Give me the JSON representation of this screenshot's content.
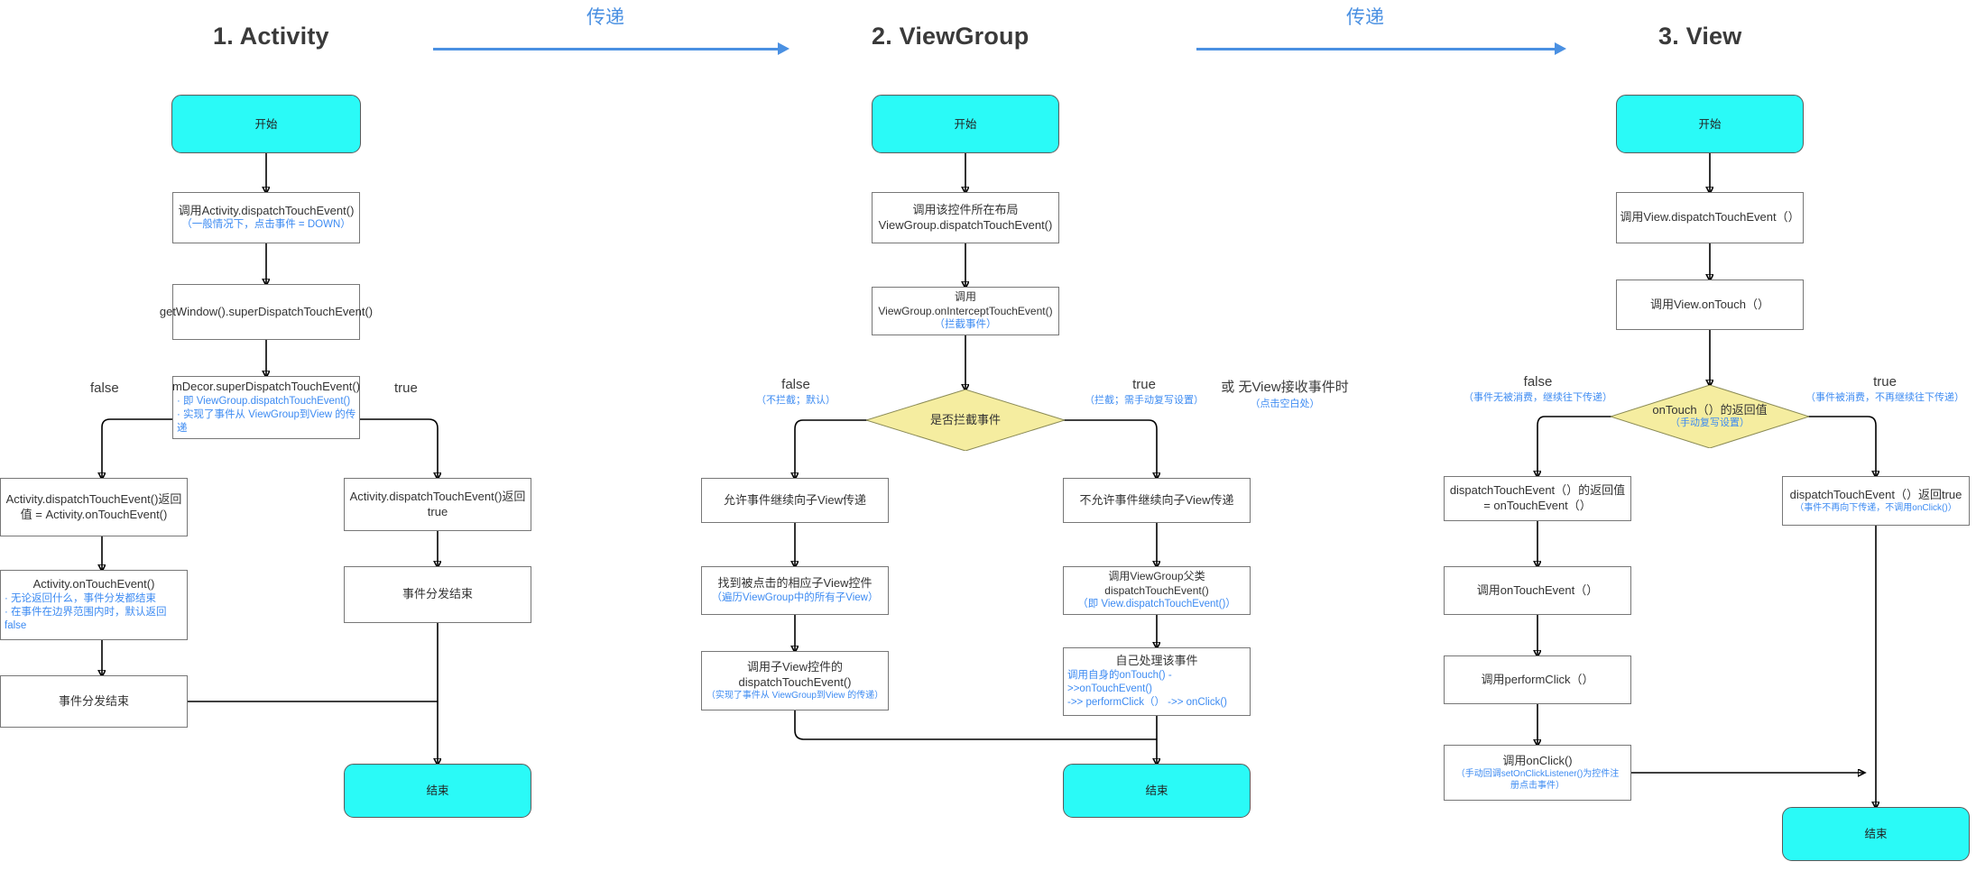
{
  "diagram": {
    "title_hidden": "Android Touch Event Dispatch Flow",
    "colors": {
      "terminal_fill": "#2afaf7",
      "decision_fill": "#f5eda0",
      "accent_blue": "#3d8bf2",
      "arrow_blue": "#4a90e2",
      "box_border": "#777777",
      "text": "#333333"
    },
    "sections": [
      {
        "id": "activity",
        "title": "1. Activity"
      },
      {
        "id": "viewgroup",
        "title": "2. ViewGroup"
      },
      {
        "id": "view",
        "title": "3. View"
      }
    ],
    "transfers": [
      {
        "id": "t1",
        "label": "传递"
      },
      {
        "id": "t2",
        "label": "传递"
      }
    ],
    "labels": {
      "start": "开始",
      "end": "结束",
      "true": "true",
      "false": "false"
    },
    "activity": {
      "start": "开始",
      "n1_main": "调用Activity.dispatchTouchEvent()",
      "n1_sub": "（一般情况下，点击事件 = DOWN）",
      "n2_main": "getWindow().superDispatchTouchEvent()",
      "n3_main": "mDecor.superDispatchTouchEvent()",
      "n3_sub": "· 即 ViewGroup.dispatchTouchEvent()\n· 实现了事件从 ViewGroup到View 的传递",
      "branch_false": "false",
      "branch_true": "true",
      "n4_main": "Activity.dispatchTouchEvent()返回\n值 = Activity.onTouchEvent()",
      "n5_main": "Activity.onTouchEvent()",
      "n5_sub": "· 无论返回什么，事件分发都结束\n· 在事件在边界范围内时，默认返回false",
      "n6_main": "事件分发结束",
      "n7_main": "Activity.dispatchTouchEvent()返回\ntrue",
      "n8_main": "事件分发结束",
      "end": "结束"
    },
    "viewgroup": {
      "start": "开始",
      "n1_main": "调用该控件所在布局\nViewGroup.dispatchTouchEvent()",
      "n2_main": "调用ViewGroup.onInterceptTouchEvent()",
      "n2_sub": "（拦截事件）",
      "decision_main": "是否拦截事件",
      "branch_false": "false",
      "branch_false_sub": "（不拦截；默认）",
      "branch_true": "true",
      "branch_true_sub": "（拦截；需手动复写设置）",
      "note_main": "或  无View接收事件时",
      "note_sub": "（点击空白处）",
      "left1_main": "允许事件继续向子View传递",
      "left2_main": "找到被点击的相应子View控件",
      "left2_sub": "（遍历ViewGroup中的所有子View）",
      "left3_main": "调用子View控件的\ndispatchTouchEvent()",
      "left3_sub": "（实现了事件从 ViewGroup到View 的传递）",
      "right1_main": "不允许事件继续向子View传递",
      "right2_main": "调用ViewGroup父类dispatchTouchEvent()",
      "right2_sub": "（即 View.dispatchTouchEvent()）",
      "right3_main": "自己处理该事件",
      "right3_sub": "调用自身的onTouch() ->>onTouchEvent()\n->> performClick（）  ->> onClick()",
      "end": "结束"
    },
    "view": {
      "start": "开始",
      "n1_main": "调用View.dispatchTouchEvent（）",
      "n2_main": "调用View.onTouch（）",
      "decision_main": "onTouch（）的返回值",
      "decision_sub": "（手动复写设置）",
      "branch_false": "false",
      "branch_false_sub": "（事件无被消费，继续往下传递）",
      "branch_true": "true",
      "branch_true_sub": "（事件被消费，不再继续往下传递）",
      "left1_main": "dispatchTouchEvent（）的返回值\n= onTouchEvent（）",
      "left2_main": "调用onTouchEvent（）",
      "left3_main": "调用performClick（）",
      "left4_main": "调用onClick()",
      "left4_sub": "（手动回调setOnClickListener()为控件注\n册点击事件）",
      "right1_main": "dispatchTouchEvent（）返回true",
      "right1_sub": "（事件不再向下传递，不调用onClick()）",
      "end": "结束"
    }
  }
}
